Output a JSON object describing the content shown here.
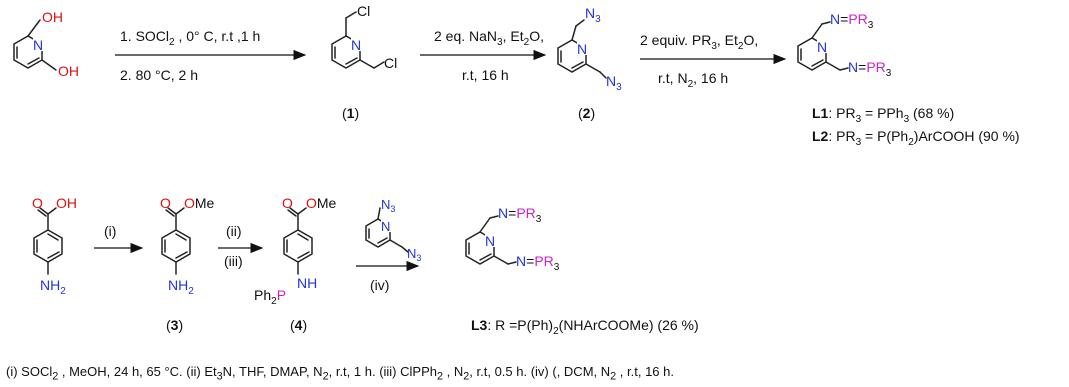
{
  "step1": {
    "line1": "1. SOCl",
    "sub1": "2",
    "line1b": " , 0° C, r.t ,1 h",
    "line2": "2. 80 °C, 2 h"
  },
  "step2": {
    "line1": "2 eq. NaN",
    "sub1": "3",
    "line1b": ", Et",
    "sub2": "2",
    "line1c": "O,",
    "line2": "r.t, 16 h"
  },
  "step3": {
    "line1": "2 equiv. PR",
    "sub1": "3",
    "line1b": ", Et",
    "sub2": "2",
    "line1c": "O,",
    "line2a": "r.t, N",
    "sub3": "2",
    "line2b": ", 16 h"
  },
  "compounds": {
    "c1": "1",
    "c2": "2",
    "c3": "3",
    "c4": "4",
    "L1_label": "L1",
    "L1_text": ": PR",
    "L1_sub": "3",
    "L1_tail": " = PPh",
    "L1_sub2": "3",
    "L1_yield": " (68 %)",
    "L2_label": "L2",
    "L2_text": ": PR",
    "L2_sub": "3",
    "L2_tail": " = P(Ph",
    "L2_sub2": "2",
    "L2_yield": ")ArCOOH (90 %)",
    "L3_label": "L3",
    "L3_text": ": R =P(Ph)",
    "L3_sub": "2",
    "L3_yield": "(NHArCOOMe) (26 %)"
  },
  "atoms": {
    "OH": "OH",
    "N": "N",
    "Cl": "Cl",
    "N3": "N",
    "N3sub": "3",
    "PR3": "PR",
    "PR3sub": "3",
    "O": "O",
    "OMe": "OMe",
    "NH2": "NH",
    "NH2sub": "2",
    "NH": "NH",
    "Ph2P": "Ph",
    "Ph2Psub": "2",
    "P": "P"
  },
  "steps_lower": {
    "i": "(i)",
    "ii": "(ii)",
    "iii": "(iii)",
    "iv": "(iv)"
  },
  "footnote": {
    "a": "(i) SOCl",
    "a_sub": "2",
    "b": " , MeOH, 24 h, 65 °C.  (ii) Et",
    "b_sub": "3",
    "c": "N, THF, DMAP, N",
    "c_sub": "2",
    "d": ", r.t, 1 h.  (iii) ClPPh",
    "d_sub": "2",
    "e": " , N",
    "e_sub": "2",
    "f": ", r.t, 0.5 h.  (iv) (, DCM, N",
    "f_sub": "2",
    "g": " , r.t, 16 h."
  },
  "colors": {
    "nitrogen": "#2233dd",
    "oxygen": "#dd1111",
    "phosphorus": "#cc22cc"
  }
}
